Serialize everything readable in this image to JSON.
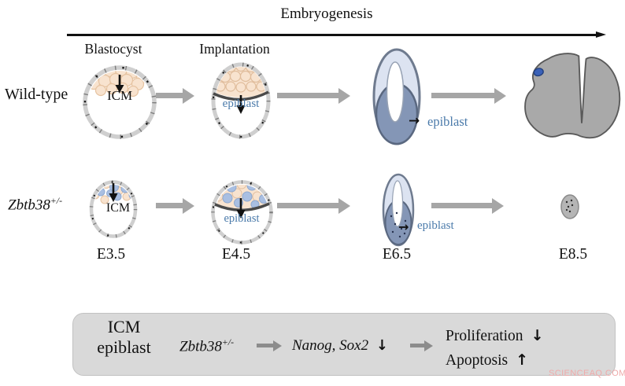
{
  "title": "Embryogenesis",
  "columns": {
    "blastocyst": "Blastocyst",
    "implantation": "Implantation"
  },
  "rows": {
    "wildtype": {
      "label": "Wild-type"
    },
    "mutant": {
      "gene": "Zbtb38",
      "allele": "+/-"
    }
  },
  "labels": {
    "icm": "ICM",
    "epiblast": "epiblast",
    "arrow_right": "→",
    "arrow_down": "↓",
    "arrow_up": "↑"
  },
  "stages": [
    "E3.5",
    "E4.5",
    "E6.5",
    "E8.5"
  ],
  "summary": {
    "subject_line1": "ICM",
    "subject_line2": "epiblast",
    "gene": "Zbtb38",
    "allele": "+/-",
    "genes_down": "Nanog, Sox2",
    "effect_down": "Proliferation",
    "effect_up": "Apoptosis"
  },
  "watermark": "SCIENCEAQ.COM",
  "colors": {
    "epiblast_text": "#4a7aaa",
    "cell_peach": "#f8e3cf",
    "cell_blue": "#a9bfe2",
    "embryo_slate": "#8496b6",
    "embryo_light": "#dce3f1",
    "embryo_gray": "#a9a9a9",
    "stage_arrow_gray": "#a6a6a6",
    "summary_box_fill": "#d9d9d9"
  }
}
